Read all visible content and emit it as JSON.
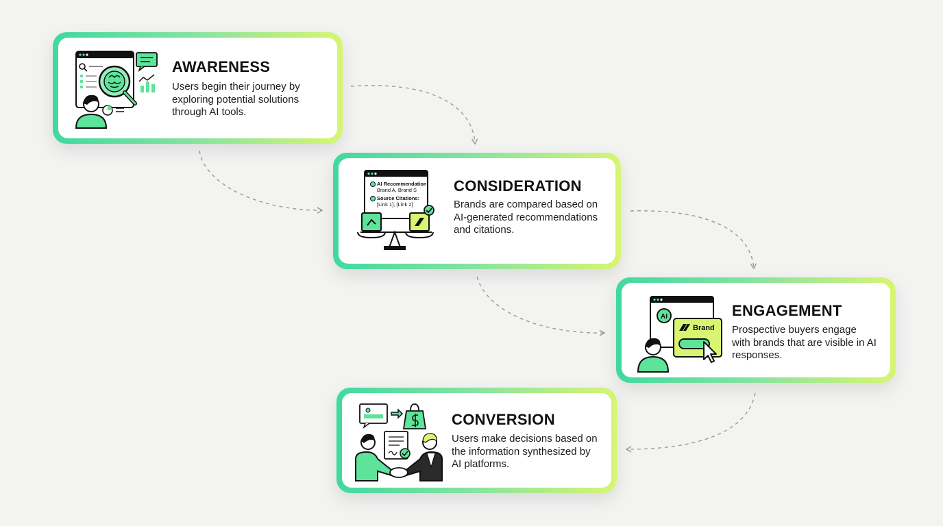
{
  "stages": [
    {
      "title": "AWARENESS",
      "description": "Users begin their journey by exploring potential solutions through AI tools."
    },
    {
      "title": "CONSIDERATION",
      "description": "Brands are compared based on AI-generated recommendations and citations."
    },
    {
      "title": "ENGAGEMENT",
      "description": "Prospective buyers engage with brands that are visible in AI responses."
    },
    {
      "title": "CONVERSION",
      "description": "Users make decisions based on the information synthesized by AI platforms."
    }
  ],
  "illustration_text": {
    "consideration_line1": "AI Recommendation:",
    "consideration_line2": "Brand A, Brand S",
    "consideration_line3": "Source Citations:",
    "consideration_line4": "[Link 1], [Link 2]",
    "engagement_ai_badge": "AI",
    "engagement_brand_label": "Brand"
  },
  "colors": {
    "accent_green": "#5ee39b",
    "accent_lime": "#d8f572",
    "ink": "#111111",
    "arrow": "#9a9a9a"
  }
}
